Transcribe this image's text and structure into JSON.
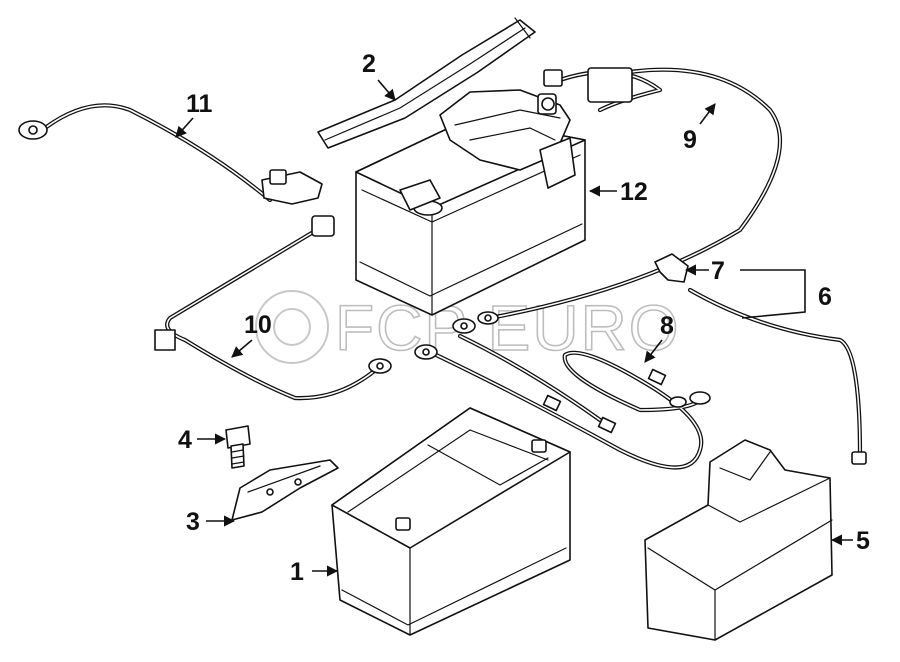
{
  "watermark": {
    "text": "FCP EURO"
  },
  "callouts": {
    "c1": "1",
    "c2": "2",
    "c3": "3",
    "c4": "4",
    "c5": "5",
    "c6": "6",
    "c7": "7",
    "c8": "8",
    "c9": "9",
    "c10": "10",
    "c11": "11",
    "c12": "12"
  }
}
